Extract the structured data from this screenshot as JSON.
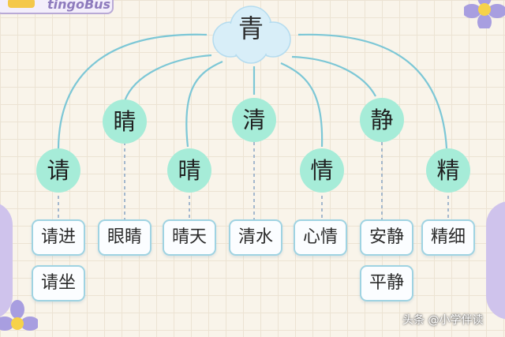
{
  "logo": {
    "text": "tingoBus"
  },
  "root": {
    "char": "青"
  },
  "upper_chars": [
    "睛",
    "清",
    "静"
  ],
  "lower_chars": [
    "请",
    "晴",
    "情",
    "精"
  ],
  "words": {
    "qing_please": [
      "请进",
      "请坐"
    ],
    "jing_eye": [
      "眼睛"
    ],
    "qing_sunny": [
      "晴天"
    ],
    "qing_clear": [
      "清水"
    ],
    "qing_feeling": [
      "心情"
    ],
    "jing_quiet": [
      "安静",
      "平静"
    ],
    "jing_fine": [
      "精细"
    ]
  },
  "watermark": {
    "text": "头条 @小学伴读"
  },
  "colors": {
    "circle": "#a6ecd8",
    "line": "#7cc7d6",
    "word_border": "#9fd3e2",
    "cloud": "#d8eef8",
    "background": "#f9f4ea"
  }
}
